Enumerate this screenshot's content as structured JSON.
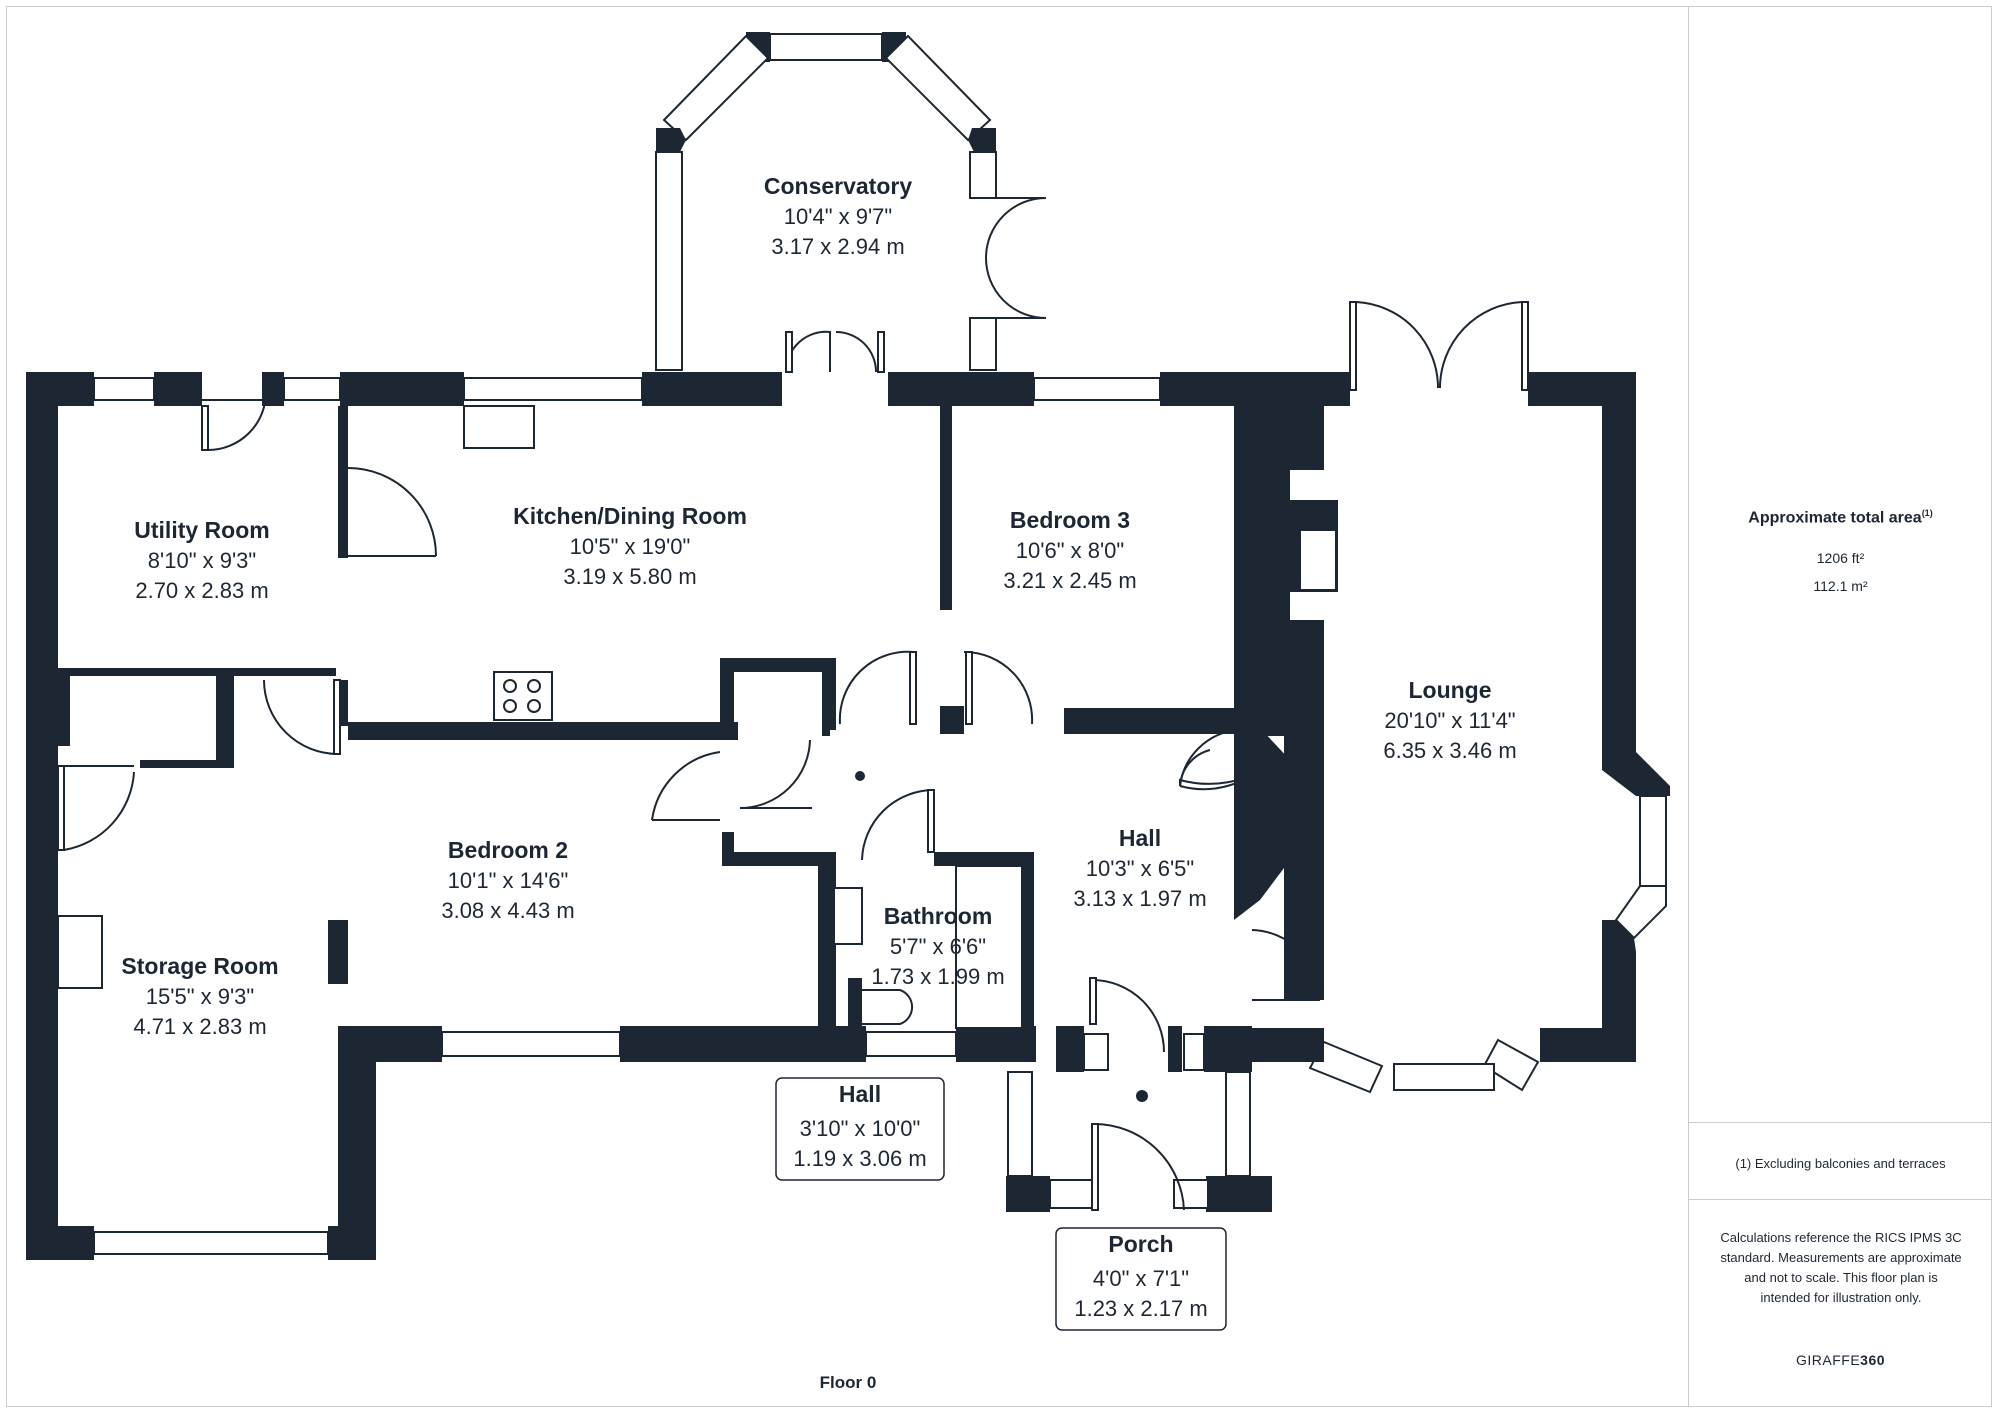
{
  "floor": {
    "label": "Floor 0"
  },
  "rooms": [
    {
      "name": "Conservatory",
      "imperial": "10'4\" x 9'7\"",
      "metric": "3.17 x 2.94 m"
    },
    {
      "name": "Utility Room",
      "imperial": "8'10\" x 9'3\"",
      "metric": "2.70 x 2.83 m"
    },
    {
      "name": "Kitchen/Dining Room",
      "imperial": "10'5\" x 19'0\"",
      "metric": "3.19 x 5.80 m"
    },
    {
      "name": "Bedroom 3",
      "imperial": "10'6\" x 8'0\"",
      "metric": "3.21 x 2.45 m"
    },
    {
      "name": "Lounge",
      "imperial": "20'10\" x 11'4\"",
      "metric": "6.35 x 3.46 m"
    },
    {
      "name": "Hall",
      "imperial": "10'3\" x 6'5\"",
      "metric": "3.13 x 1.97 m"
    },
    {
      "name": "Bedroom 2",
      "imperial": "10'1\" x 14'6\"",
      "metric": "3.08 x 4.43 m"
    },
    {
      "name": "Bathroom",
      "imperial": "5'7\" x 6'6\"",
      "metric": "1.73 x 1.99 m"
    },
    {
      "name": "Storage Room",
      "imperial": "15'5\" x 9'3\"",
      "metric": "4.71 x 2.83 m"
    },
    {
      "name": "Hall",
      "imperial": "3'10\" x 10'0\"",
      "metric": "1.19 x 3.06 m"
    },
    {
      "name": "Porch",
      "imperial": "4'0\" x 7'1\"",
      "metric": "1.23 x 2.17 m"
    }
  ],
  "summary": {
    "title": "Approximate total area",
    "footnote_marker": "(1)",
    "area_imperial": "1206 ft²",
    "area_metric": "112.1 m²",
    "footnote": "(1) Excluding balconies and terraces",
    "disclaimer": "Calculations reference the RICS IPMS 3C standard. Measurements are approximate and not to scale. This floor plan is intended for illustration only.",
    "brand_prefix": "GIRAFFE",
    "brand_suffix": "360"
  },
  "colors": {
    "wall": "#1d2733",
    "background": "#ffffff",
    "border": "#c9ccd0"
  }
}
